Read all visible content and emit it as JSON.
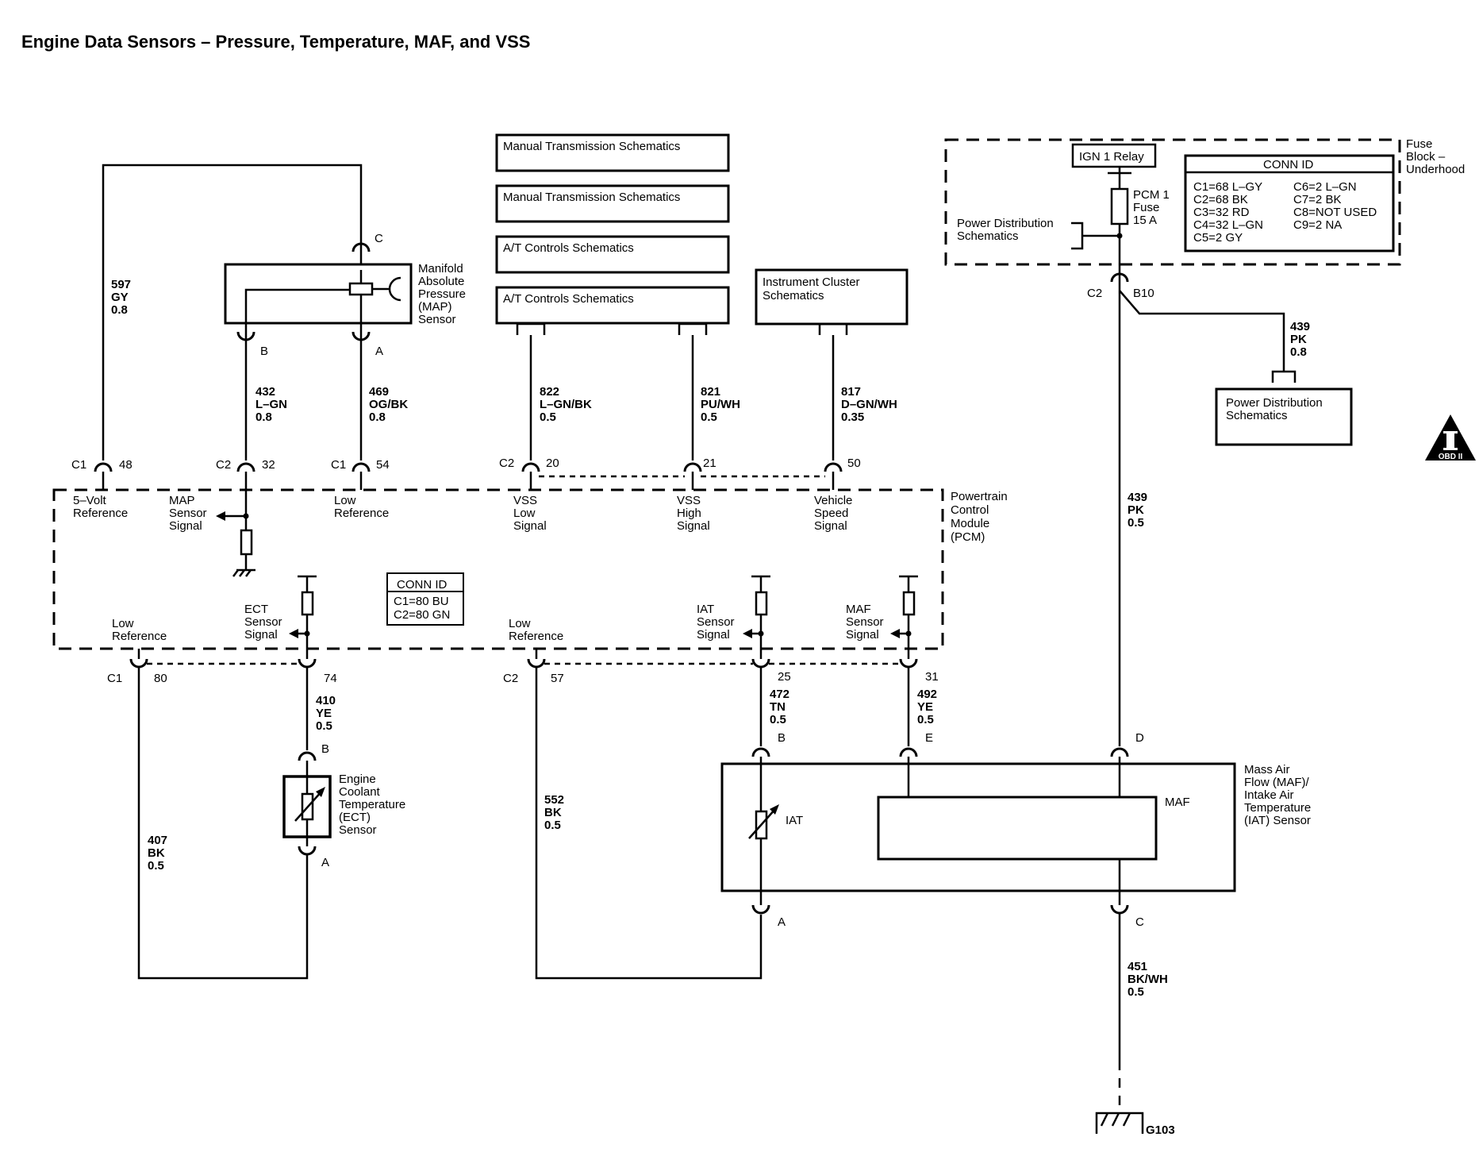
{
  "title": "Engine Data Sensors – Pressure, Temperature, MAF, and VSS",
  "reference_boxes": {
    "manual_trans_1": "Manual Transmission Schematics",
    "manual_trans_2": "Manual Transmission Schematics",
    "at_controls_1": "A/T Controls Schematics",
    "at_controls_2": "A/T Controls Schematics",
    "instrument_cluster": [
      "Instrument Cluster",
      "Schematics"
    ],
    "power_dist_right": [
      "Power Distribution",
      "Schematics"
    ],
    "power_dist_fuse": [
      "Power Distribution",
      "Schematics"
    ]
  },
  "fuse_block": {
    "label": [
      "Fuse",
      "Block –",
      "Underhood"
    ],
    "relay": "IGN 1 Relay",
    "fuse": [
      "PCM 1",
      "Fuse",
      "15 A"
    ],
    "conn_id_title": "CONN ID",
    "conn_id_left": [
      "C1=68 L–GY",
      "C2=68 BK",
      "C3=32 RD",
      "C4=32 L–GN",
      "C5=2 GY"
    ],
    "conn_id_right": [
      "C6=2 L–GN",
      "C7=2 BK",
      "C8=NOT USED",
      "C9=2 NA"
    ],
    "conn": "C2",
    "pin": "B10"
  },
  "pcm": {
    "label": [
      "Powertrain",
      "Control",
      "Module",
      "(PCM)"
    ],
    "conn_id_title": "CONN ID",
    "conn_id": [
      "C1=80 BU",
      "C2=80 GN"
    ],
    "signals_top": {
      "five_volt": [
        "5–Volt",
        "Reference"
      ],
      "map_signal": [
        "MAP",
        "Sensor",
        "Signal"
      ],
      "low_ref_top": [
        "Low",
        "Reference"
      ],
      "vss_low": [
        "VSS",
        "Low",
        "Signal"
      ],
      "vss_high": [
        "VSS",
        "High",
        "Signal"
      ],
      "vehicle_speed": [
        "Vehicle",
        "Speed",
        "Signal"
      ]
    },
    "signals_bottom": {
      "low_ref_1": [
        "Low",
        "Reference"
      ],
      "ect_signal": [
        "ECT",
        "Sensor",
        "Signal"
      ],
      "low_ref_2": [
        "Low",
        "Reference"
      ],
      "iat_signal": [
        "IAT",
        "Sensor",
        "Signal"
      ],
      "maf_signal": [
        "MAF",
        "Sensor",
        "Signal"
      ]
    }
  },
  "map_sensor": {
    "label": [
      "Manifold",
      "Absolute",
      "Pressure",
      "(MAP)",
      "Sensor"
    ],
    "pin_c": "C",
    "pin_b": "B",
    "pin_a": "A"
  },
  "ect_sensor": {
    "label": [
      "Engine",
      "Coolant",
      "Temperature",
      "(ECT)",
      "Sensor"
    ],
    "pin_b": "B",
    "pin_a": "A"
  },
  "maf_iat_sensor": {
    "label": [
      "Mass Air",
      "Flow (MAF)/",
      "Intake Air",
      "Temperature",
      "(IAT) Sensor"
    ],
    "maf": "MAF",
    "iat": "IAT",
    "pin_b": "B",
    "pin_e": "E",
    "pin_d": "D",
    "pin_a": "A",
    "pin_c": "C"
  },
  "connectors_top": [
    {
      "conn": "C1",
      "pin": "48"
    },
    {
      "conn": "C2",
      "pin": "32"
    },
    {
      "conn": "C1",
      "pin": "54"
    },
    {
      "conn": "C2",
      "pin": "20"
    },
    {
      "conn": "",
      "pin": "21"
    },
    {
      "conn": "",
      "pin": "50"
    }
  ],
  "connectors_bottom": [
    {
      "conn": "C1",
      "pin": "80"
    },
    {
      "conn": "",
      "pin": "74"
    },
    {
      "conn": "C2",
      "pin": "57"
    },
    {
      "conn": "",
      "pin": "25"
    },
    {
      "conn": "",
      "pin": "31"
    }
  ],
  "wires": {
    "w597": [
      "597",
      "GY",
      "0.8"
    ],
    "w432": [
      "432",
      "L–GN",
      "0.8"
    ],
    "w469": [
      "469",
      "OG/BK",
      "0.8"
    ],
    "w822": [
      "822",
      "L–GN/BK",
      "0.5"
    ],
    "w821": [
      "821",
      "PU/WH",
      "0.5"
    ],
    "w817": [
      "817",
      "D–GN/WH",
      "0.35"
    ],
    "w439a": [
      "439",
      "PK",
      "0.8"
    ],
    "w439b": [
      "439",
      "PK",
      "0.5"
    ],
    "w410": [
      "410",
      "YE",
      "0.5"
    ],
    "w407": [
      "407",
      "BK",
      "0.5"
    ],
    "w552": [
      "552",
      "BK",
      "0.5"
    ],
    "w472": [
      "472",
      "TN",
      "0.5"
    ],
    "w492": [
      "492",
      "YE",
      "0.5"
    ],
    "w451": [
      "451",
      "BK/WH",
      "0.5"
    ]
  },
  "ground": "G103",
  "obd_badge": "OBD II"
}
